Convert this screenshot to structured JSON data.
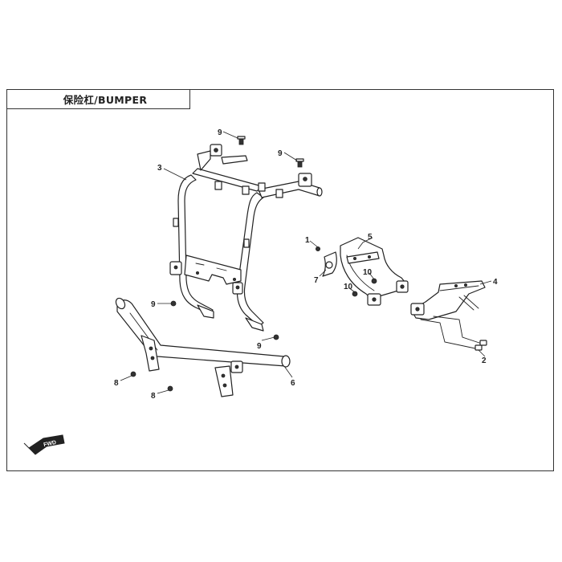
{
  "title": "保险杠/BUMPER",
  "callouts": [
    {
      "id": "c9a",
      "label": "9"
    },
    {
      "id": "c9b",
      "label": "9"
    },
    {
      "id": "c3",
      "label": "3"
    },
    {
      "id": "c1",
      "label": "1"
    },
    {
      "id": "c5",
      "label": "5"
    },
    {
      "id": "c7",
      "label": "7"
    },
    {
      "id": "c10a",
      "label": "10"
    },
    {
      "id": "c10b",
      "label": "10"
    },
    {
      "id": "c4",
      "label": "4"
    },
    {
      "id": "c9c",
      "label": "9"
    },
    {
      "id": "c9d",
      "label": "9"
    },
    {
      "id": "c2",
      "label": "2"
    },
    {
      "id": "c6",
      "label": "6"
    },
    {
      "id": "c8a",
      "label": "8"
    },
    {
      "id": "c8b",
      "label": "8"
    }
  ],
  "direction_badge": {
    "text": "FWD",
    "icon": "forward-direction-icon"
  }
}
